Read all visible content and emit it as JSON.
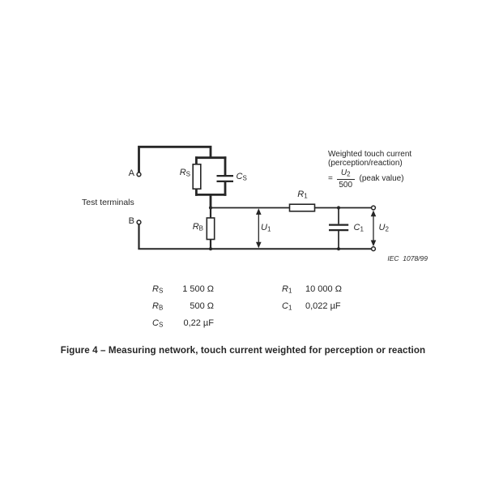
{
  "colors": {
    "ink": "#262626",
    "paper": "#ffffff"
  },
  "circuit": {
    "terminal_a_label": "A",
    "terminal_b_label": "B",
    "test_terminals_label": "Test terminals",
    "components": {
      "rs": {
        "sym": "R",
        "sub": "S"
      },
      "cs": {
        "sym": "C",
        "sub": "S"
      },
      "rb": {
        "sym": "R",
        "sub": "B"
      },
      "r1": {
        "sym": "R",
        "sub": "1"
      },
      "c1": {
        "sym": "C",
        "sub": "1"
      }
    },
    "voltages": {
      "u1": {
        "sym": "U",
        "sub": "1"
      },
      "u2": {
        "sym": "U",
        "sub": "2"
      }
    },
    "weighted_note": {
      "line1": "Weighted touch current",
      "line2": "(perception/reaction)",
      "equals": "=",
      "fraction_numerator": {
        "sym": "U",
        "sub": "2"
      },
      "fraction_denominator": "500",
      "suffix": "(peak value)"
    },
    "iec_reference": "IEC  1078/99"
  },
  "values_table": {
    "left": [
      {
        "sym": "R",
        "sub": "S",
        "value": "1 500 Ω"
      },
      {
        "sym": "R",
        "sub": "B",
        "value": "500 Ω"
      },
      {
        "sym": "C",
        "sub": "S",
        "value": "0,22 µF"
      }
    ],
    "right": [
      {
        "sym": "R",
        "sub": "1",
        "value": "10 000 Ω"
      },
      {
        "sym": "C",
        "sub": "1",
        "value": "0,022 µF"
      }
    ]
  },
  "caption": "Figure 4 – Measuring network, touch current weighted for perception or reaction"
}
